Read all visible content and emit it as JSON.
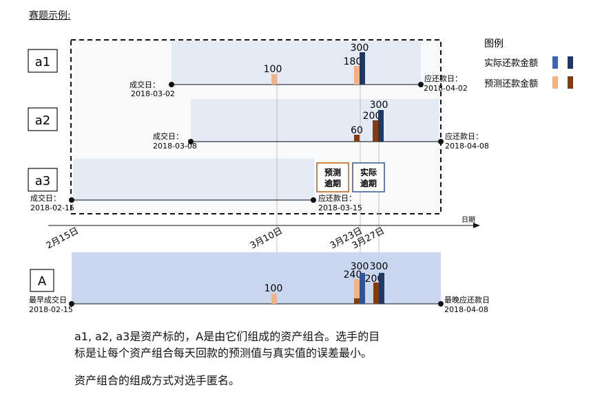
{
  "header": {
    "title": "赛题示例:"
  },
  "legend": {
    "title": "图例",
    "actual_label": "实际还款金额",
    "predicted_label": "预测还款金额"
  },
  "colors": {
    "actual_light": "#3d66b0",
    "actual_dark": "#1f3864",
    "pred_light": "#f4b183",
    "pred_dark": "#843c0c",
    "band": "#dae3f3",
    "band_A": "#c9d6ef"
  },
  "assets": [
    {
      "id": "a1",
      "start_label": "成交日：",
      "start_date": "2018-03-02",
      "end_label": "应还款日：",
      "end_date": "2018-04-02",
      "bars": [
        {
          "kind": "pred",
          "value": "100"
        },
        {
          "kind": "pred",
          "value": "180"
        },
        {
          "kind": "actual",
          "value": "300"
        }
      ]
    },
    {
      "id": "a2",
      "start_label": "成交日：",
      "start_date": "2018-03-08",
      "end_label": "应还款日：",
      "end_date": "2018-04-08",
      "bars": [
        {
          "kind": "pred",
          "value": "60"
        },
        {
          "kind": "pred",
          "value": "200"
        },
        {
          "kind": "actual",
          "value": "300"
        }
      ]
    },
    {
      "id": "a3",
      "start_label": "成交日：",
      "start_date": "2018-02-15",
      "end_label": "应还款日：",
      "end_date": "2018-03-15",
      "bars": []
    }
  ],
  "overdue": {
    "predicted": "预测\n逾期",
    "actual": "实际\n逾期"
  },
  "axis": {
    "label": "日期",
    "ticks": [
      "2月15日",
      "3月10日",
      "3月23日",
      "3月27日"
    ]
  },
  "portfolio": {
    "id": "A",
    "start_label": "最早成交日",
    "start_date": "2018-02-15",
    "end_label": "最晚应还款日",
    "end_date": "2018-04-08",
    "values": [
      "100",
      "240",
      "300",
      "200",
      "300"
    ]
  },
  "caption": {
    "line1": "a1, a2, a3是资产标的，A是由它们组成的资产组合。选手的目",
    "line2": "标是让每个资产组合每天回款的预测值与真实值的误差最小。",
    "line3": "资产组合的组成方式对选手匿名。"
  }
}
